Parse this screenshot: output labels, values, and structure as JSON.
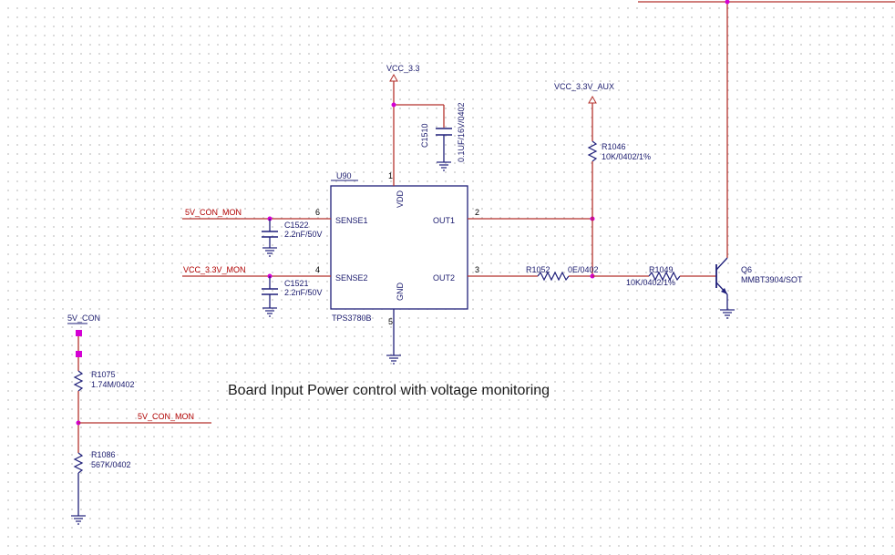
{
  "schematic": {
    "title": "Board Input Power control with voltage monitoring",
    "power_vcc33": "VCC_3.3",
    "power_vcc33_aux": "VCC_3.3V_AUX",
    "u90": {
      "ref": "U90",
      "part": "TPS3780B",
      "pin_sense1": "SENSE1",
      "pin_sense2": "SENSE2",
      "pin_out1": "OUT1",
      "pin_out2": "OUT2",
      "pin_vdd": "VDD",
      "pin_gnd": "GND",
      "num_sense1": "6",
      "num_sense2": "4",
      "num_out1": "2",
      "num_out2": "3",
      "num_vdd": "1",
      "num_gnd": "5"
    },
    "c1510": {
      "ref": "C1510",
      "value": "0.1UF/16V/0402"
    },
    "c1522": {
      "ref": "C1522",
      "value": "2.2nF/50V"
    },
    "c1521": {
      "ref": "C1521",
      "value": "2.2nF/50V"
    },
    "r1046": {
      "ref": "R1046",
      "value": "10K/0402/1%"
    },
    "r1052": {
      "ref": "R1052",
      "value": "0E/0402"
    },
    "r1049": {
      "ref": "R1049",
      "value": "10K/0402/1%"
    },
    "q6": {
      "ref": "Q6",
      "value": "MMBT3904/SOT"
    },
    "r1075": {
      "ref": "R1075",
      "value": "1.74M/0402"
    },
    "r1086": {
      "ref": "R1086",
      "value": "567K/0402"
    },
    "net_5v_con_mon": "5V_CON_MON",
    "net_vcc33_mon": "VCC_3.3V_MON",
    "net_5v_con": "5V_CON"
  }
}
